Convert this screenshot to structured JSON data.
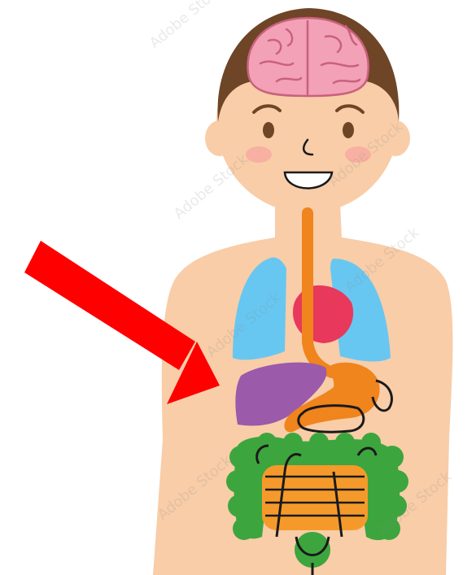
{
  "illustration": {
    "subject": "human-body-organs",
    "watermark_text": "Adobe Stock",
    "colors": {
      "skin": "#F8CDA8",
      "hair": "#6E4526",
      "brain": "#F3A1B6",
      "brain_line": "#C9617E",
      "lungs": "#67C7F1",
      "heart": "#E8385C",
      "liver": "#9B5AAA",
      "esophagus_stomach": "#F0841D",
      "large_intestine": "#3DA53D",
      "small_intestine": "#F59A2A",
      "outline": "#1A1A1A",
      "arrow": "#FF0000",
      "cheek": "#F7A9A0"
    }
  },
  "annotation": {
    "type": "arrow",
    "color": "#FF0000",
    "points_to": "liver"
  }
}
